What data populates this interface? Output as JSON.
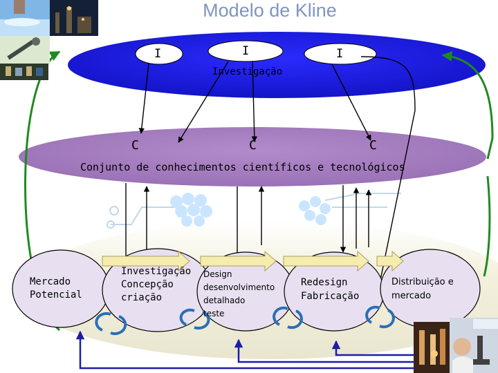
{
  "title": "Modelo de Kline",
  "research_layer": {
    "label": "Investigação",
    "nodes": [
      "I",
      "I",
      "I"
    ],
    "color": "#1f1fe0"
  },
  "knowledge_layer": {
    "label": "Conjunto de conhecimentos científicos e tecnológicos",
    "nodes": [
      "C",
      "C",
      "C"
    ],
    "color": "#a77ec0"
  },
  "chain": {
    "stages": [
      {
        "lines": [
          "Mercado",
          "Potencial"
        ]
      },
      {
        "lines": [
          "Investigação",
          "Concepção",
          "criação"
        ]
      },
      {
        "lines": [
          "Design",
          "desenvolvimento",
          "detalhado",
          "teste"
        ]
      },
      {
        "lines": [
          "Redesign",
          "Fabricação"
        ]
      },
      {
        "lines": [
          "Distribuição e",
          "mercado"
        ]
      }
    ],
    "ellipse_color": "#e8e0f0",
    "forward_arrow_color": "#f5ecb0"
  },
  "colors": {
    "green_feedback": "#1f8a1f",
    "blue_feedback": "#1c1ca8",
    "cycle_arrow": "#2a6fb8"
  },
  "images": [
    {
      "icon": "water-lab-photo"
    },
    {
      "icon": "refinery-photo"
    },
    {
      "icon": "microscope-photo"
    },
    {
      "icon": "electronics-photo"
    },
    {
      "icon": "laboratory-glassware-photo"
    },
    {
      "icon": "researcher-microscope-photo"
    },
    {
      "icon": "circuit-molecule-watermark"
    }
  ]
}
